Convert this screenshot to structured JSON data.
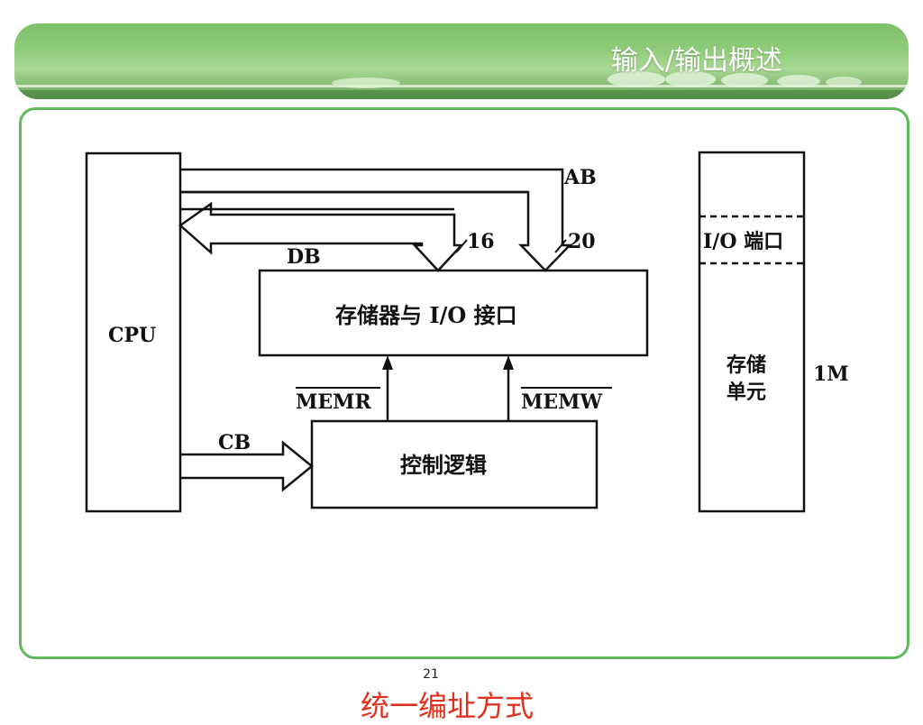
{
  "slide": {
    "title": "输入/输出概述",
    "caption": "统一编址方式",
    "page_number": "21"
  },
  "diagram": {
    "cpu": "CPU",
    "address_bus": "AB",
    "data_bus": "DB",
    "control_bus": "CB",
    "bus_width_16": "16",
    "bus_width_20": "20",
    "memory_io": "存储器与 I/O 接口",
    "memr": "MEMR",
    "memw": "MEMW",
    "control_logic": "控制逻辑",
    "io_port": "I/O 端口",
    "storage_line1": "存储",
    "storage_line2": "单元",
    "size": "1M"
  },
  "colors": {
    "accent_green": "#5fb85a",
    "caption_red": "#e0301e"
  }
}
